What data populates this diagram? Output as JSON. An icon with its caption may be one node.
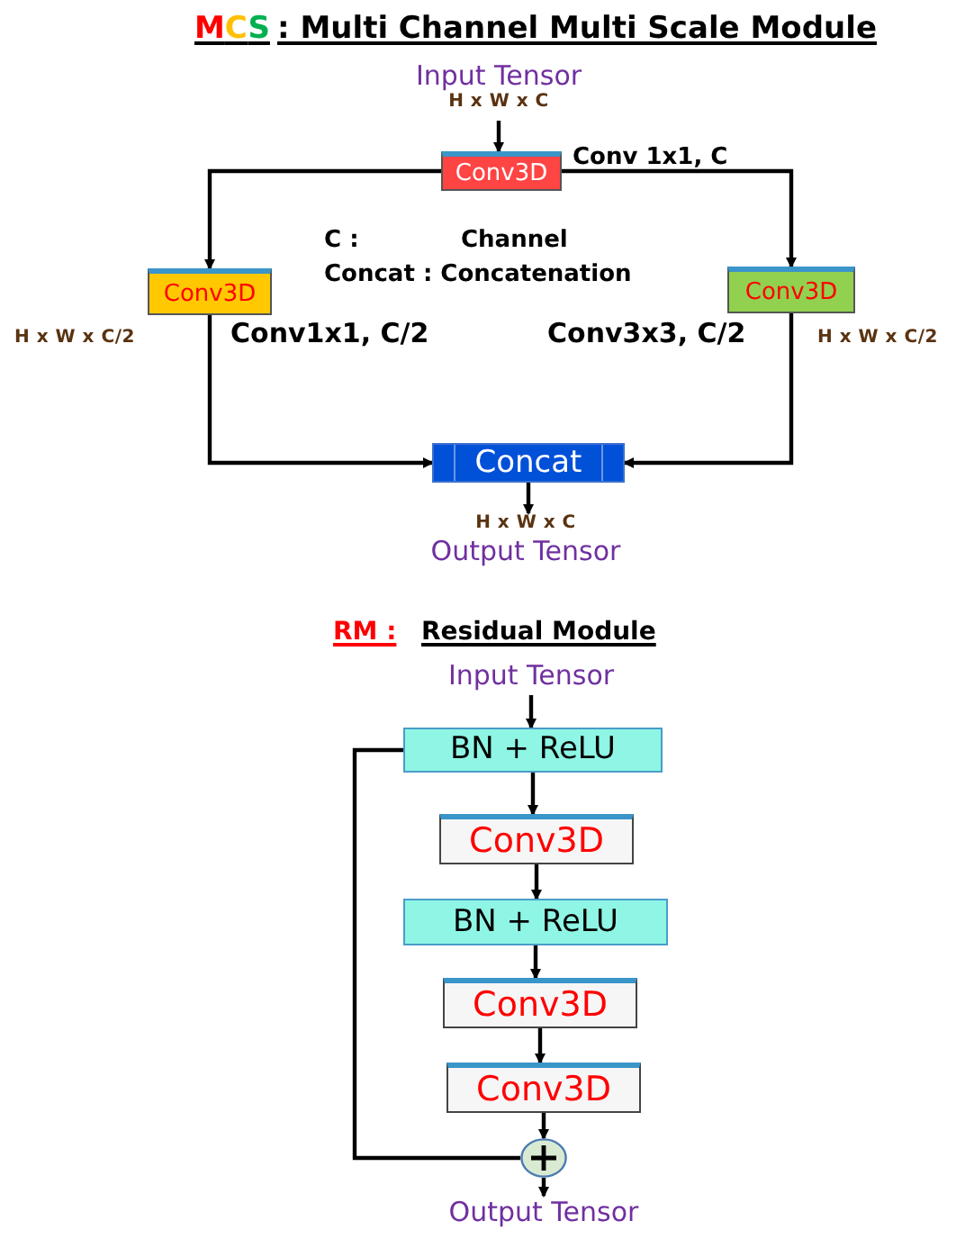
{
  "diagram": {
    "nodes": [
      {
        "text": [
          "Input Tensor"
        ],
        "beside": [
          "H x W x C"
        ]
      },
      {
        "text": [
          "Conv3D"
        ],
        "beside": [
          "Conv 1x1, C"
        ]
      },
      {
        "text": [
          "Conv3D"
        ],
        "beside": [
          "H x W x C/2",
          "Conv1x1, C/2"
        ]
      },
      {
        "text": [
          "Conv3D"
        ],
        "beside": [
          "Conv3x3, C/2",
          "H x W x C/2"
        ]
      },
      {
        "text": [
          "Concat"
        ]
      },
      {
        "text": [
          "Output Tensor"
        ],
        "beside": [
          "H x W x C"
        ]
      },
      {
        "text": [
          "Input Tensor"
        ]
      },
      {
        "text": [
          "BN + ReLU"
        ]
      },
      {
        "text": [
          "Conv3D"
        ]
      },
      {
        "text": [
          "BN + ReLU"
        ]
      },
      {
        "text": [
          "Conv3D"
        ]
      },
      {
        "text": [
          "Conv3D"
        ]
      },
      {
        "text": [],
        "shape": "circle"
      },
      {
        "text": [
          "Output Tensor"
        ]
      }
    ],
    "edges": [
      {
        "from": 0,
        "to": 1,
        "arrow": "to"
      },
      {
        "from": 1,
        "to": 2,
        "arrow": "to"
      },
      {
        "from": 1,
        "to": 3,
        "arrow": "to"
      },
      {
        "from": 2,
        "to": 4,
        "arrow": "to"
      },
      {
        "from": 3,
        "to": 4,
        "arrow": "to"
      },
      {
        "from": 4,
        "to": 5,
        "arrow": "to"
      },
      {
        "from": 6,
        "to": 7,
        "arrow": "to"
      },
      {
        "from": 7,
        "to": 8,
        "arrow": "to"
      },
      {
        "from": 8,
        "to": 9,
        "arrow": "to"
      },
      {
        "from": 9,
        "to": 10,
        "arrow": "to"
      },
      {
        "from": 10,
        "to": 11,
        "arrow": "to"
      },
      {
        "from": 11,
        "to": 12,
        "arrow": "to"
      },
      {
        "from": 7,
        "to": 12,
        "arrow": "none"
      },
      {
        "from": 12,
        "to": 13,
        "arrow": "to"
      }
    ],
    "labels": [
      "MCS",
      ": Multi Channel Multi Scale Module",
      "C :",
      "Channel",
      "Concat : Concatenation",
      "RM :",
      "Residual Module"
    ]
  }
}
